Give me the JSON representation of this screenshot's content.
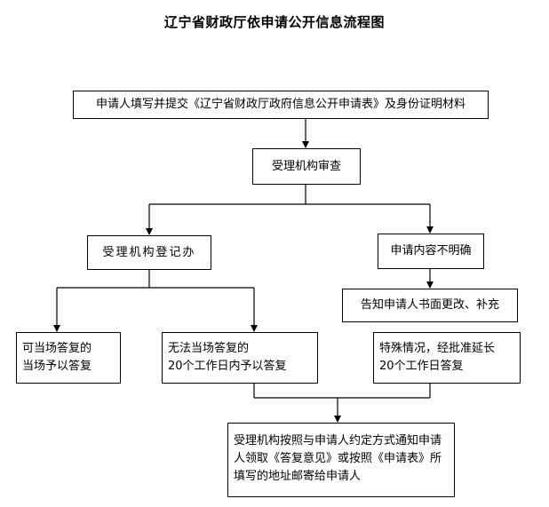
{
  "title": "辽宁省财政厅依申请公开信息流程图",
  "nodes": {
    "submit": "申请人填写并提交《辽宁省财政厅政府信息公开申请表》及身份证明材料",
    "review": "受理机构审查",
    "register": "受理机构登记办",
    "unclear": "申请内容不明确",
    "notify_change": "告知申请人书面更改、补充",
    "on_site": "可当场答复的\n当场予以答复",
    "not_on_site": "无法当场答复的\n20个工作日内予以答复",
    "special": "特殊情况，经批准延长\n20个工作日答复",
    "deliver": "受理机构按照与申请人约定方式通知申请人领取《答复意见》或按照《申请表》所填写的地址邮寄给申请人"
  }
}
